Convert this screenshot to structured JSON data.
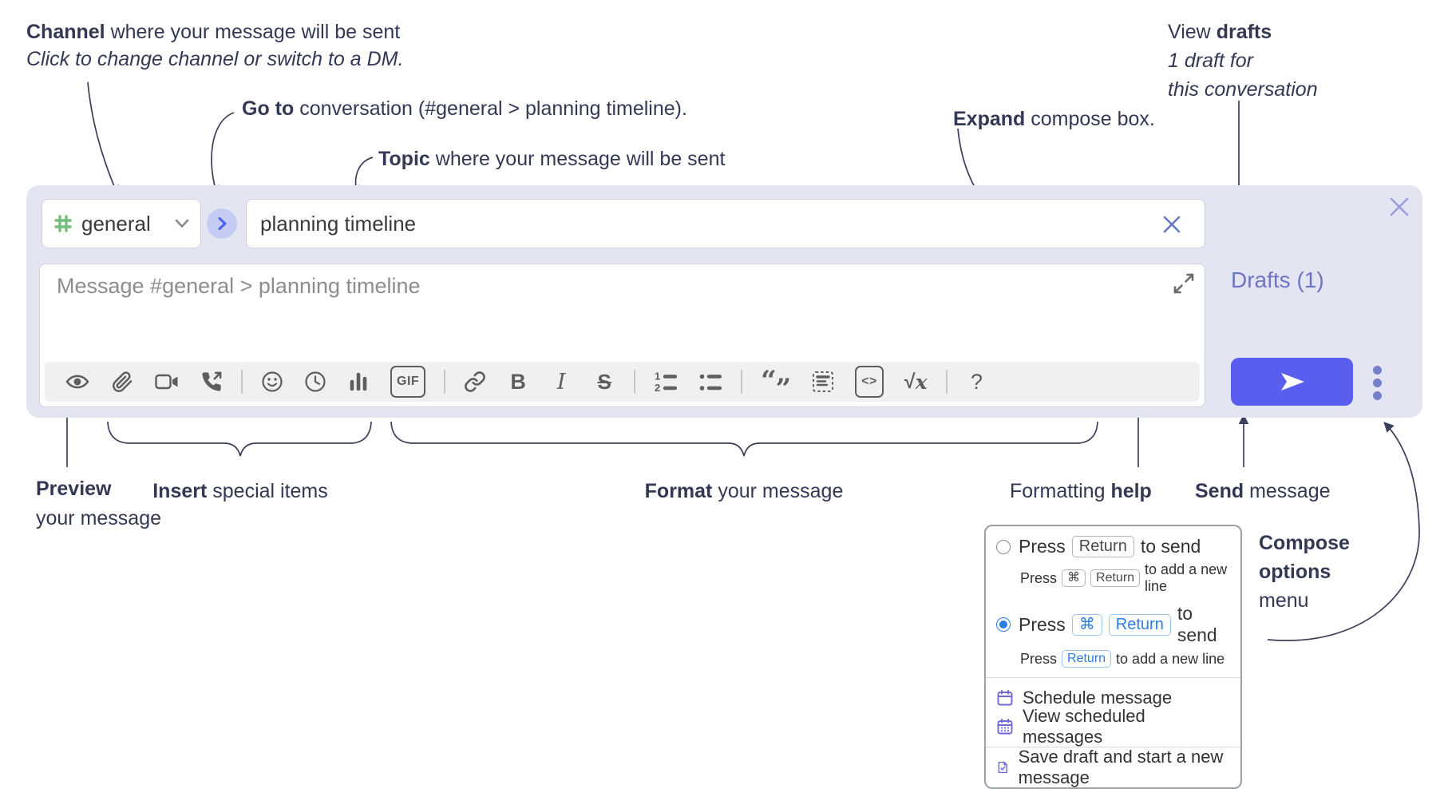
{
  "ann": {
    "channel_b": "Channel",
    "channel_rest": " where your message will be sent",
    "channel_sub": "Click to change channel or switch to a DM.",
    "goto_b": "Go to",
    "goto_rest": " conversation (#general > planning timeline).",
    "topic_b": "Topic",
    "topic_rest": " where your message will be sent",
    "expand_b": "Expand",
    "expand_rest": " compose box.",
    "drafts_pre": "View ",
    "drafts_b": "drafts",
    "drafts_l2": "1 draft for",
    "drafts_l3": "this conversation",
    "preview_b": "Preview",
    "preview_l2": "your message",
    "insert_b": "Insert",
    "insert_rest": " special items",
    "format_b": "Format",
    "format_rest": " your message",
    "help_pre": "Formatting ",
    "help_b": "help",
    "send_b": "Send",
    "send_rest": " message",
    "compose_l1": "Compose",
    "compose_l2": "options",
    "compose_l3": "menu"
  },
  "compose": {
    "channel_name": "general",
    "topic_value": "planning timeline",
    "message_placeholder": "Message #general > planning timeline",
    "drafts_label": "Drafts (1)",
    "glyphs": {
      "gif": "GIF",
      "bold": "B",
      "italic": "I",
      "strike": "S",
      "quote_open": "“",
      "quote_close": "”",
      "code": "<>",
      "math_root": "√",
      "math_x": "x",
      "help": "?",
      "ol1": "1",
      "ol2": "2"
    }
  },
  "menu": {
    "opt1": {
      "press": "Press",
      "key": "Return",
      "rest": "to send",
      "sub_press": "Press",
      "sub_key1": "⌘",
      "sub_key2": "Return",
      "sub_rest": "to add a new line"
    },
    "opt2": {
      "press": "Press",
      "key1": "⌘",
      "key2": "Return",
      "rest": "to send",
      "sub_press": "Press",
      "sub_key": "Return",
      "sub_rest": "to add a new line"
    },
    "items": [
      "Schedule message",
      "View scheduled messages",
      "Save draft and start a new message"
    ]
  },
  "colors": {
    "accent_send": "#5a5ef0",
    "container_bg": "#e3e5f3",
    "channel_hash_green": "#76bd7e",
    "goto_circle_bg": "#c4ccf4",
    "goto_chevron_blue": "#4b5fe8",
    "purple_link": "#6d74c4",
    "radio_selected_blue": "#2a7ce0",
    "menu_icon_purple": "#7068d8",
    "annotation_ink": "#333955"
  }
}
